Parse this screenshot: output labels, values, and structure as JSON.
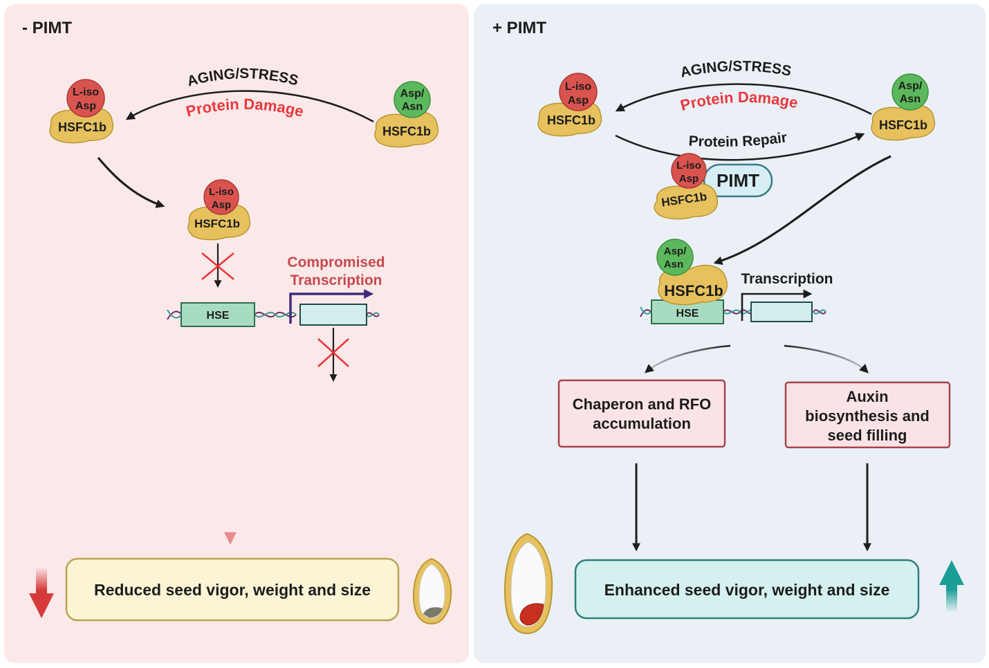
{
  "left_panel": {
    "title": "- PIMT",
    "stress_label": "AGING/STRESS",
    "damage_label": "Protein Damage",
    "protein_damaged": {
      "residue_line1": "L-iso",
      "residue_line2": "Asp",
      "name": "HSFC1b"
    },
    "protein_native": {
      "residue_line1": "Asp/",
      "residue_line2": "Asn",
      "name": "HSFC1b"
    },
    "protein_bound": {
      "residue_line1": "L-iso",
      "residue_line2": "Asp",
      "name": "HSFC1b"
    },
    "hse_label": "HSE",
    "compromised_line1": "Compromised",
    "compromised_line2": "Transcription",
    "outcome": "Reduced seed vigor, weight and size",
    "outcome_direction": "down"
  },
  "right_panel": {
    "title": "+ PIMT",
    "stress_label": "AGING/STRESS",
    "damage_label": "Protein Damage",
    "repair_label": "Protein Repair",
    "protein_damaged": {
      "residue_line1": "L-iso",
      "residue_line2": "Asp",
      "name": "HSFC1b"
    },
    "protein_native": {
      "residue_line1": "Asp/",
      "residue_line2": "Asn",
      "name": "HSFC1b"
    },
    "complex": {
      "residue_line1": "L-iso",
      "residue_line2": "Asp",
      "name": "HSFC1b",
      "enzyme": "PIMT"
    },
    "protein_bound": {
      "residue_line1": "Asp/",
      "residue_line2": "Asn",
      "name": "HSFC1b"
    },
    "hse_label": "HSE",
    "transcription_label": "Transcription",
    "effect1_line1": "Chaperon and RFO",
    "effect1_line2": "accumulation",
    "effect2_line1": "Auxin",
    "effect2_line2": "biosynthesis and",
    "effect2_line3": "seed filling",
    "outcome": "Enhanced seed vigor, weight and size",
    "outcome_direction": "up"
  },
  "colors": {
    "left_bg": "#fbe9e9",
    "right_bg": "#eaf0f6",
    "damaged_residue": "#d9534f",
    "native_residue": "#5cb85c",
    "protein": "#e6c15e",
    "damage_text": "#e8383d",
    "compromised_text": "#c8494e",
    "down_arrow": "#d63a3a",
    "up_arrow": "#1a9e96",
    "promoter_left": "#3f2a7a"
  }
}
